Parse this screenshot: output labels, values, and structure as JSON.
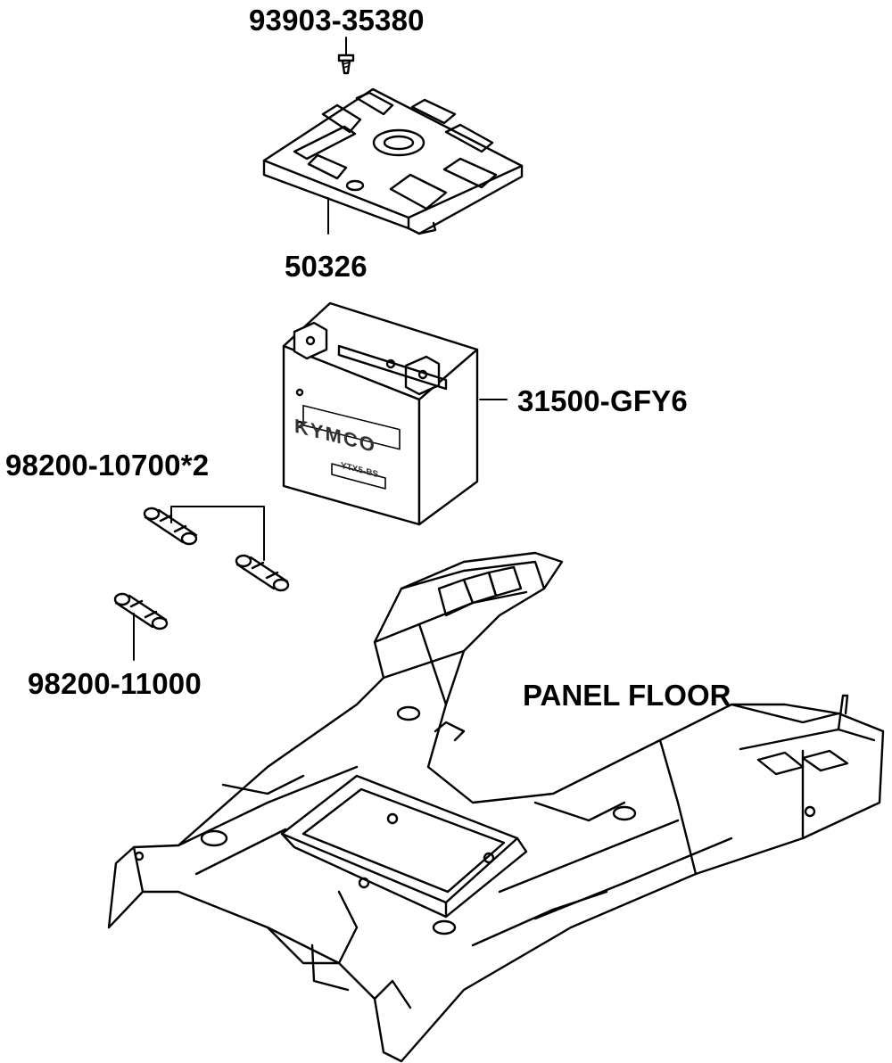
{
  "diagram": {
    "labels": {
      "screw": "93903-35380",
      "battery_cover": "50326",
      "battery": "31500-GFY6",
      "fuse_pair": "98200-10700*2",
      "fuse_single": "98200-11000",
      "assembly": "PANEL FLOOR"
    },
    "battery_markings": {
      "brand": "KYMCO",
      "model": "YTX5-BS"
    },
    "colors": {
      "line": "#000000",
      "background": "#ffffff"
    }
  }
}
